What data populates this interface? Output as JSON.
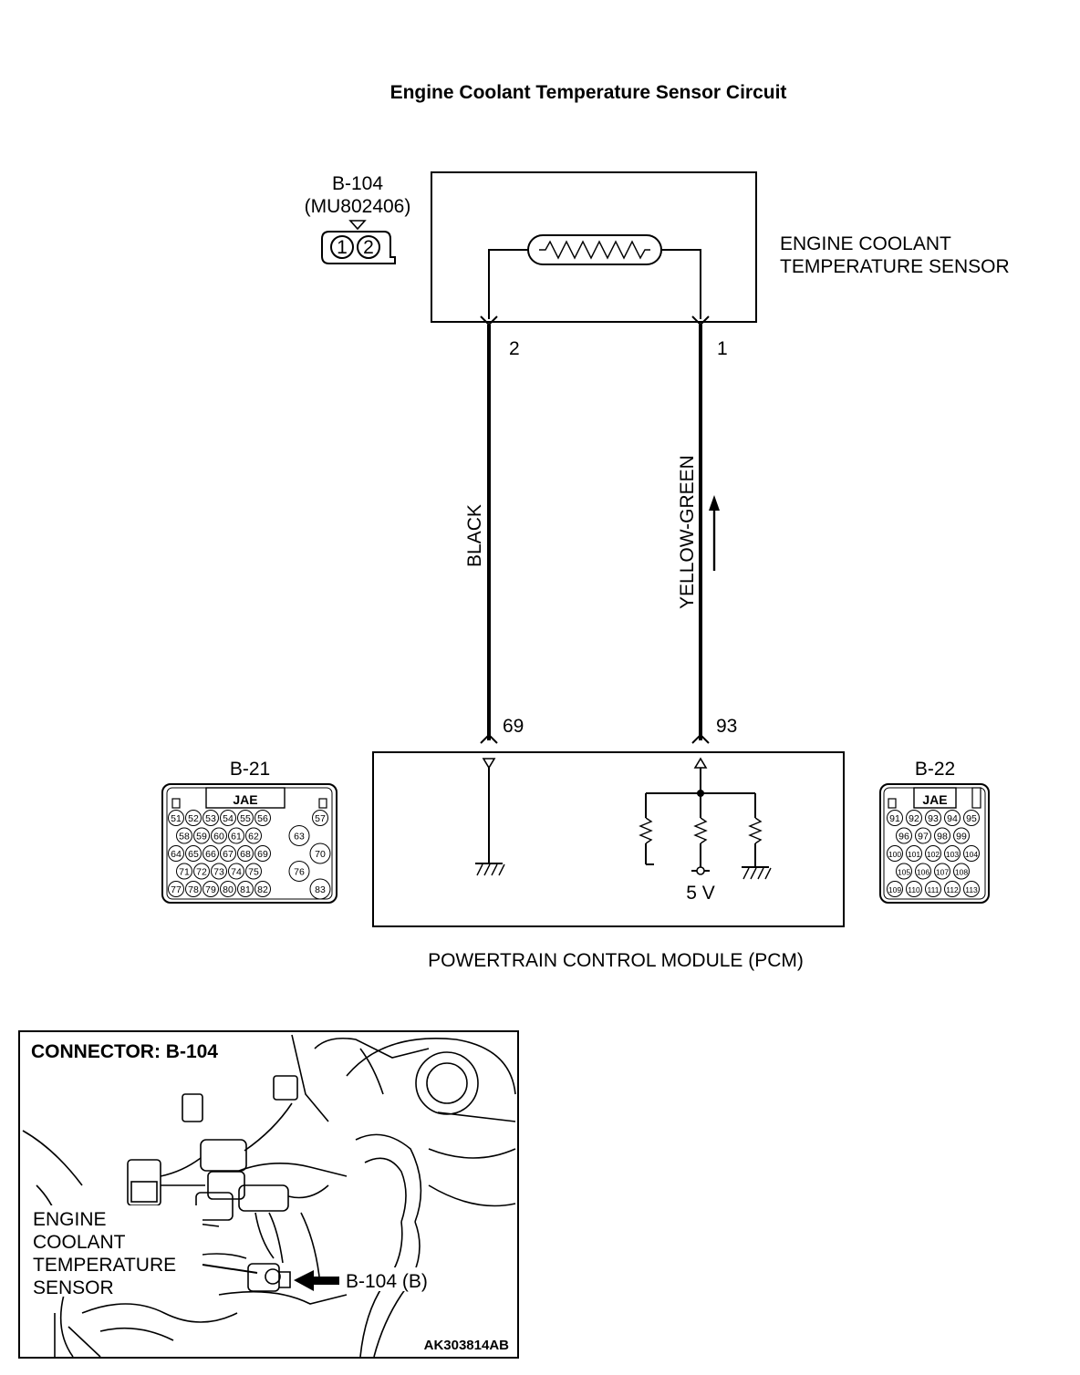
{
  "title": "Engine Coolant Temperature Sensor Circuit",
  "sensor_connector": {
    "id": "B-104",
    "part": "(MU802406)",
    "pins": [
      "1",
      "2"
    ]
  },
  "sensor": {
    "label_line1": "ENGINE COOLANT",
    "label_line2": "TEMPERATURE SENSOR"
  },
  "wires": [
    {
      "sensor_pin": "2",
      "pcm_pin": "69",
      "color": "BLACK"
    },
    {
      "sensor_pin": "1",
      "pcm_pin": "93",
      "color": "YELLOW-GREEN"
    }
  ],
  "pcm": {
    "label": "POWERTRAIN CONTROL MODULE (PCM)",
    "supply": "5 V"
  },
  "pcm_connector_b21": {
    "id": "B-21",
    "maker": "JAE",
    "rows": [
      [
        "51",
        "52",
        "53",
        "54",
        "55",
        "56",
        "57"
      ],
      [
        "58",
        "59",
        "60",
        "61",
        "62",
        "63"
      ],
      [
        "64",
        "65",
        "66",
        "67",
        "68",
        "69",
        "70"
      ],
      [
        "71",
        "72",
        "73",
        "74",
        "75",
        "76"
      ],
      [
        "77",
        "78",
        "79",
        "80",
        "81",
        "82",
        "83"
      ]
    ]
  },
  "pcm_connector_b22": {
    "id": "B-22",
    "maker": "JAE",
    "rows": [
      [
        "91",
        "92",
        "93",
        "94",
        "95"
      ],
      [
        "96",
        "97",
        "98",
        "99"
      ],
      [
        "100",
        "101",
        "102",
        "103",
        "104"
      ],
      [
        "105",
        "106",
        "107",
        "108"
      ],
      [
        "109",
        "110",
        "111",
        "112",
        "113"
      ]
    ]
  },
  "location_view": {
    "heading": "CONNECTOR: B-104",
    "component_line1": "ENGINE",
    "component_line2": "COOLANT",
    "component_line3": "TEMPERATURE",
    "component_line4": "SENSOR",
    "callout": "B-104 (B)",
    "figure_code": "AK303814AB"
  }
}
